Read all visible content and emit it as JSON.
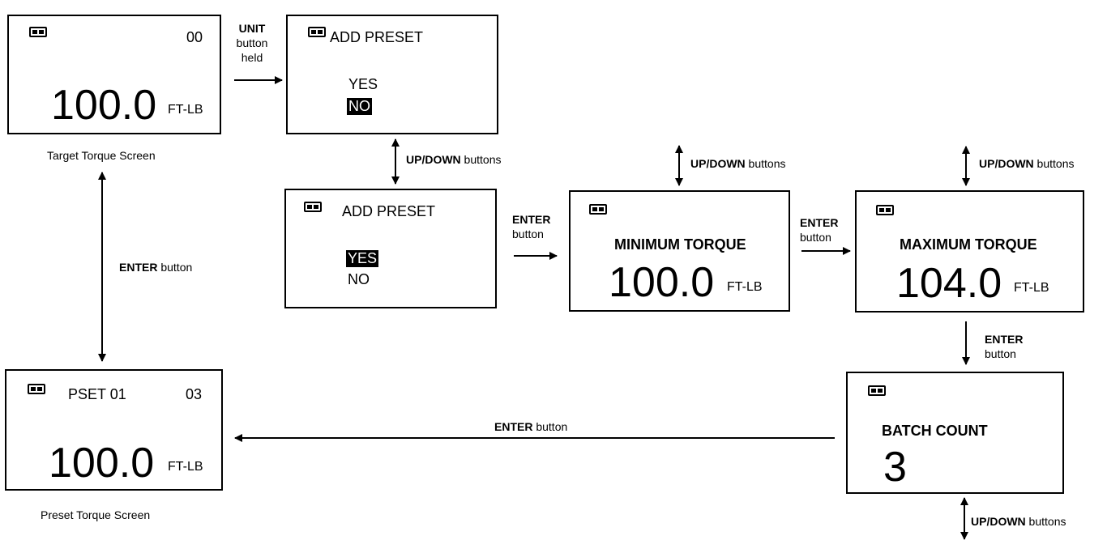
{
  "screens": {
    "target": {
      "count": "00",
      "value": "100.0",
      "unit": "FT-LB",
      "caption": "Target Torque Screen"
    },
    "add_no": {
      "title": "ADD PRESET",
      "yes": "YES",
      "no": "NO"
    },
    "add_yes": {
      "title": "ADD PRESET",
      "yes": "YES",
      "no": "NO"
    },
    "min": {
      "title": "MINIMUM TORQUE",
      "value": "100.0",
      "unit": "FT-LB"
    },
    "max": {
      "title": "MAXIMUM TORQUE",
      "value": "104.0",
      "unit": "FT-LB"
    },
    "batch": {
      "title": "BATCH COUNT",
      "value": "3"
    },
    "preset": {
      "name": "PSET 01",
      "count": "03",
      "value": "100.0",
      "unit": "FT-LB",
      "caption": "Preset Torque Screen"
    }
  },
  "transitions": {
    "unit_held": {
      "key": "UNIT",
      "line2": "button",
      "line3": "held"
    },
    "updown_1": {
      "key": "UP/DOWN",
      "rest": " buttons"
    },
    "updown_2": {
      "key": "UP/DOWN",
      "rest": " buttons"
    },
    "updown_3": {
      "key": "UP/DOWN",
      "rest": " buttons"
    },
    "updown_4": {
      "key": "UP/DOWN",
      "rest": " buttons"
    },
    "enter_1": {
      "key": "ENTER",
      "rest": "button"
    },
    "enter_2": {
      "key": "ENTER",
      "rest": "button"
    },
    "enter_3": {
      "key": "ENTER",
      "rest": "button"
    },
    "enter_left": {
      "key": "ENTER",
      "rest": " button"
    },
    "enter_vertical": {
      "key": "ENTER",
      "rest": " button"
    }
  }
}
